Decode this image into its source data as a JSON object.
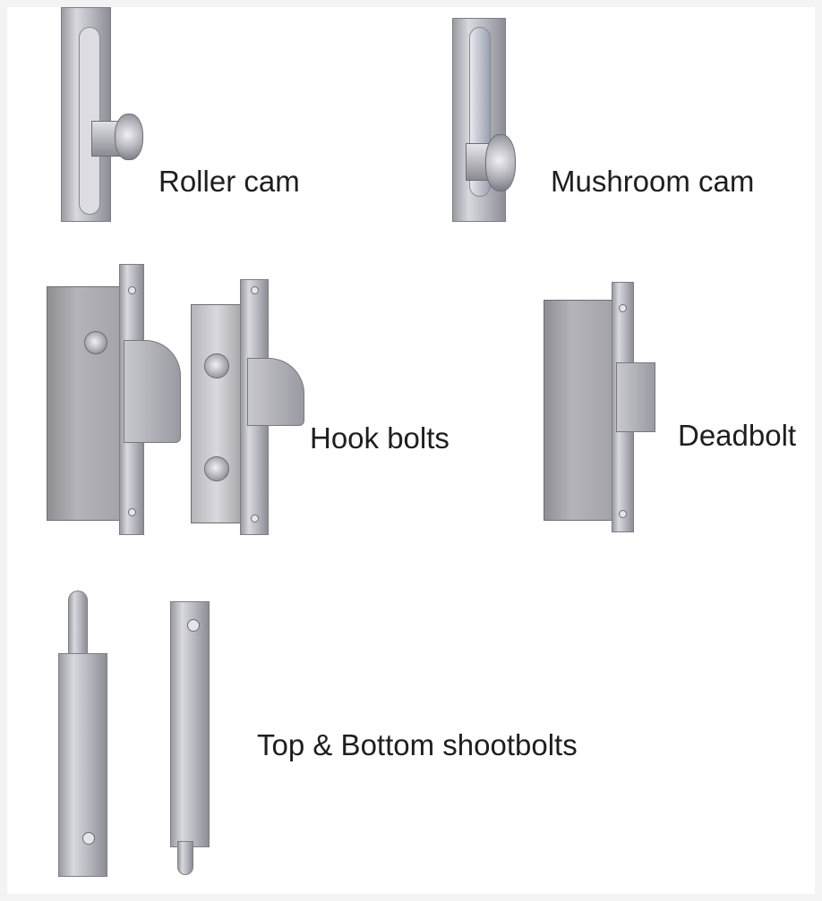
{
  "items": [
    {
      "label": "Roller cam"
    },
    {
      "label": "Mushroom cam"
    },
    {
      "label": "Hook bolts"
    },
    {
      "label": "Deadbolt"
    },
    {
      "label": "Top & Bottom shootbolts"
    }
  ]
}
